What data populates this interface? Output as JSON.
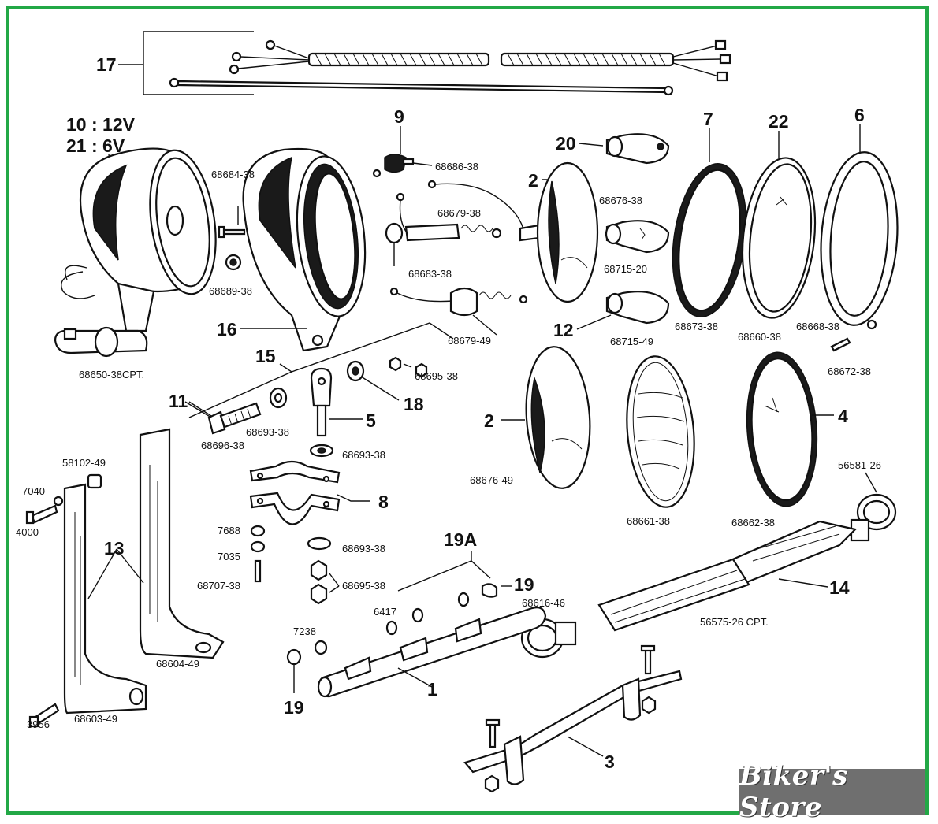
{
  "callouts": {
    "c17": "17",
    "c10": "10 : 12V",
    "c21": "21 : 6V",
    "c9": "9",
    "c20": "20",
    "c7": "7",
    "c22": "22",
    "c6": "6",
    "c2a": "2",
    "c16": "16",
    "c15": "15",
    "c12": "12",
    "c11": "11",
    "c18": "18",
    "c5": "5",
    "c2b": "2",
    "c4": "4",
    "c8": "8",
    "c13": "13",
    "c19A": "19A",
    "c19a": "19",
    "c14": "14",
    "c1": "1",
    "c19b": "19",
    "c3": "3"
  },
  "part_numbers": {
    "p68684_38": "68684-38",
    "p68686_38": "68686-38",
    "p68676_38": "68676-38",
    "p68679_38": "68679-38",
    "p68683_38": "68683-38",
    "p68715_20": "68715-20",
    "p68689_38": "68689-38",
    "p68679_49": "68679-49",
    "p68715_49": "68715-49",
    "p68673_38": "68673-38",
    "p68660_38": "68660-38",
    "p68668_38": "68668-38",
    "p68672_38": "68672-38",
    "p68650": "68650-38CPT.",
    "p68695_38a": "68695-38",
    "p68693_38a": "68693-38",
    "p68696_38": "68696-38",
    "p68693_38b": "68693-38",
    "p68676_49": "68676-49",
    "p68661_38": "68661-38",
    "p68662_38": "68662-38",
    "p56581_26": "56581-26",
    "p58102_49": "58102-49",
    "p7040": "7040",
    "p4000": "4000",
    "p7688": "7688",
    "p7035": "7035",
    "p68693_38c": "68693-38",
    "p68707_38": "68707-38",
    "p68695_38b": "68695-38",
    "p6417": "6417",
    "p68616_46": "68616-46",
    "p56575": "56575-26 CPT.",
    "p7238": "7238",
    "p68604_49": "68604-49",
    "p68603_49": "68603-49",
    "p3956": "3956"
  },
  "watermark": "Biker's Store",
  "colors": {
    "frame": "#22a846",
    "watermark_bg": "#6f6f6f"
  }
}
